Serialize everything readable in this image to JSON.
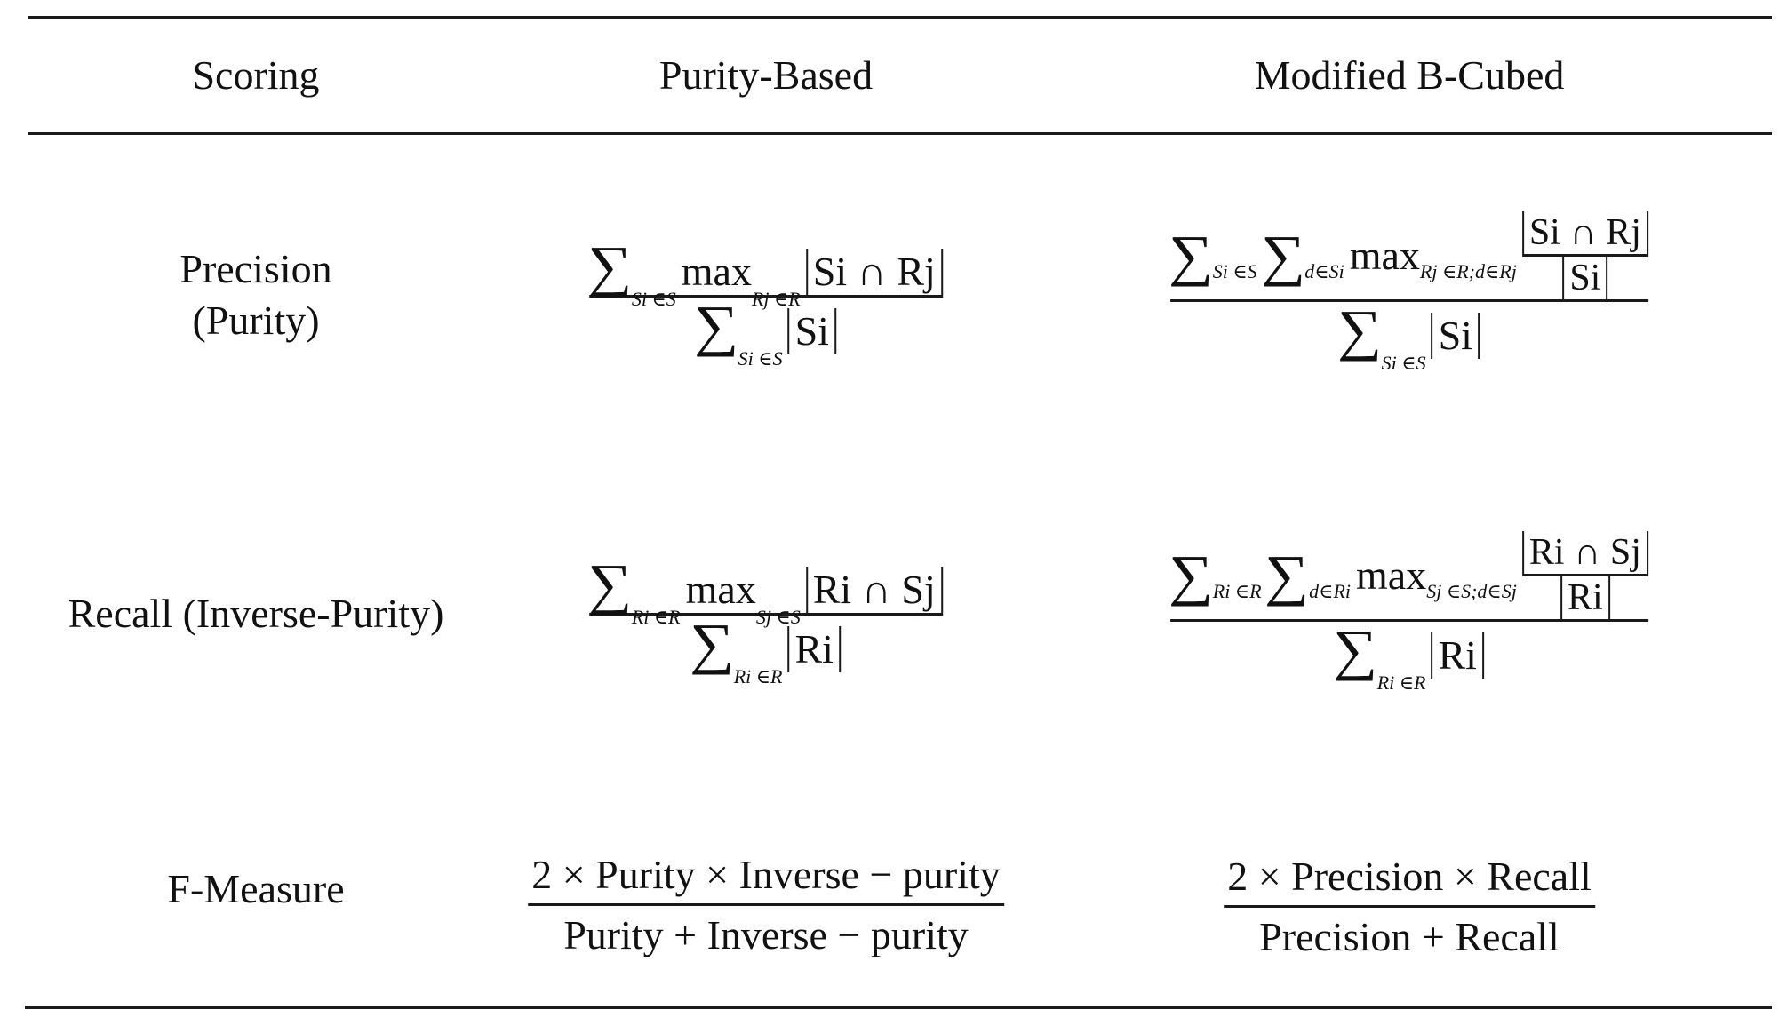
{
  "table": {
    "headers": [
      "Scoring",
      "Purity-Based",
      "Modified B-Cubed"
    ],
    "rows": [
      {
        "label_lines": [
          "Precision",
          "(Purity)"
        ],
        "purity": {
          "num": {
            "sum_sub": "Si ∈S",
            "max_sub": "Rj ∈R",
            "set": "Si ∩ Rj"
          },
          "den": {
            "sum_sub": "Si ∈S",
            "set": "Si"
          }
        },
        "bcubed": {
          "num": {
            "sum1_sub": "Si ∈S",
            "sum2_sub": "d∈Si",
            "max_sub": "Rj ∈R;d∈Rj",
            "inner_num": "Si ∩ Rj",
            "inner_den": "Si"
          },
          "den": {
            "sum_sub": "Si ∈S",
            "set": "Si"
          }
        }
      },
      {
        "label_lines": [
          "Recall (Inverse-Purity)"
        ],
        "purity": {
          "num": {
            "sum_sub": "Ri ∈R",
            "max_sub": "Sj ∈S",
            "set": "Ri ∩ Sj"
          },
          "den": {
            "sum_sub": "Ri ∈R",
            "set": "Ri"
          }
        },
        "bcubed": {
          "num": {
            "sum1_sub": "Ri ∈R",
            "sum2_sub": "d∈Ri",
            "max_sub": "Sj ∈S;d∈Sj",
            "inner_num": "Ri ∩ Sj",
            "inner_den": "Ri"
          },
          "den": {
            "sum_sub": "Ri ∈R",
            "set": "Ri"
          }
        }
      },
      {
        "label_lines": [
          "F-Measure"
        ],
        "purity": {
          "num": "2 × Purity × Inverse − purity",
          "den": "Purity + Inverse − purity"
        },
        "bcubed": {
          "num": "2 × Precision × Recall",
          "den": "Precision + Recall"
        }
      }
    ]
  },
  "symbols": {
    "sum": "∑",
    "max": "max"
  }
}
